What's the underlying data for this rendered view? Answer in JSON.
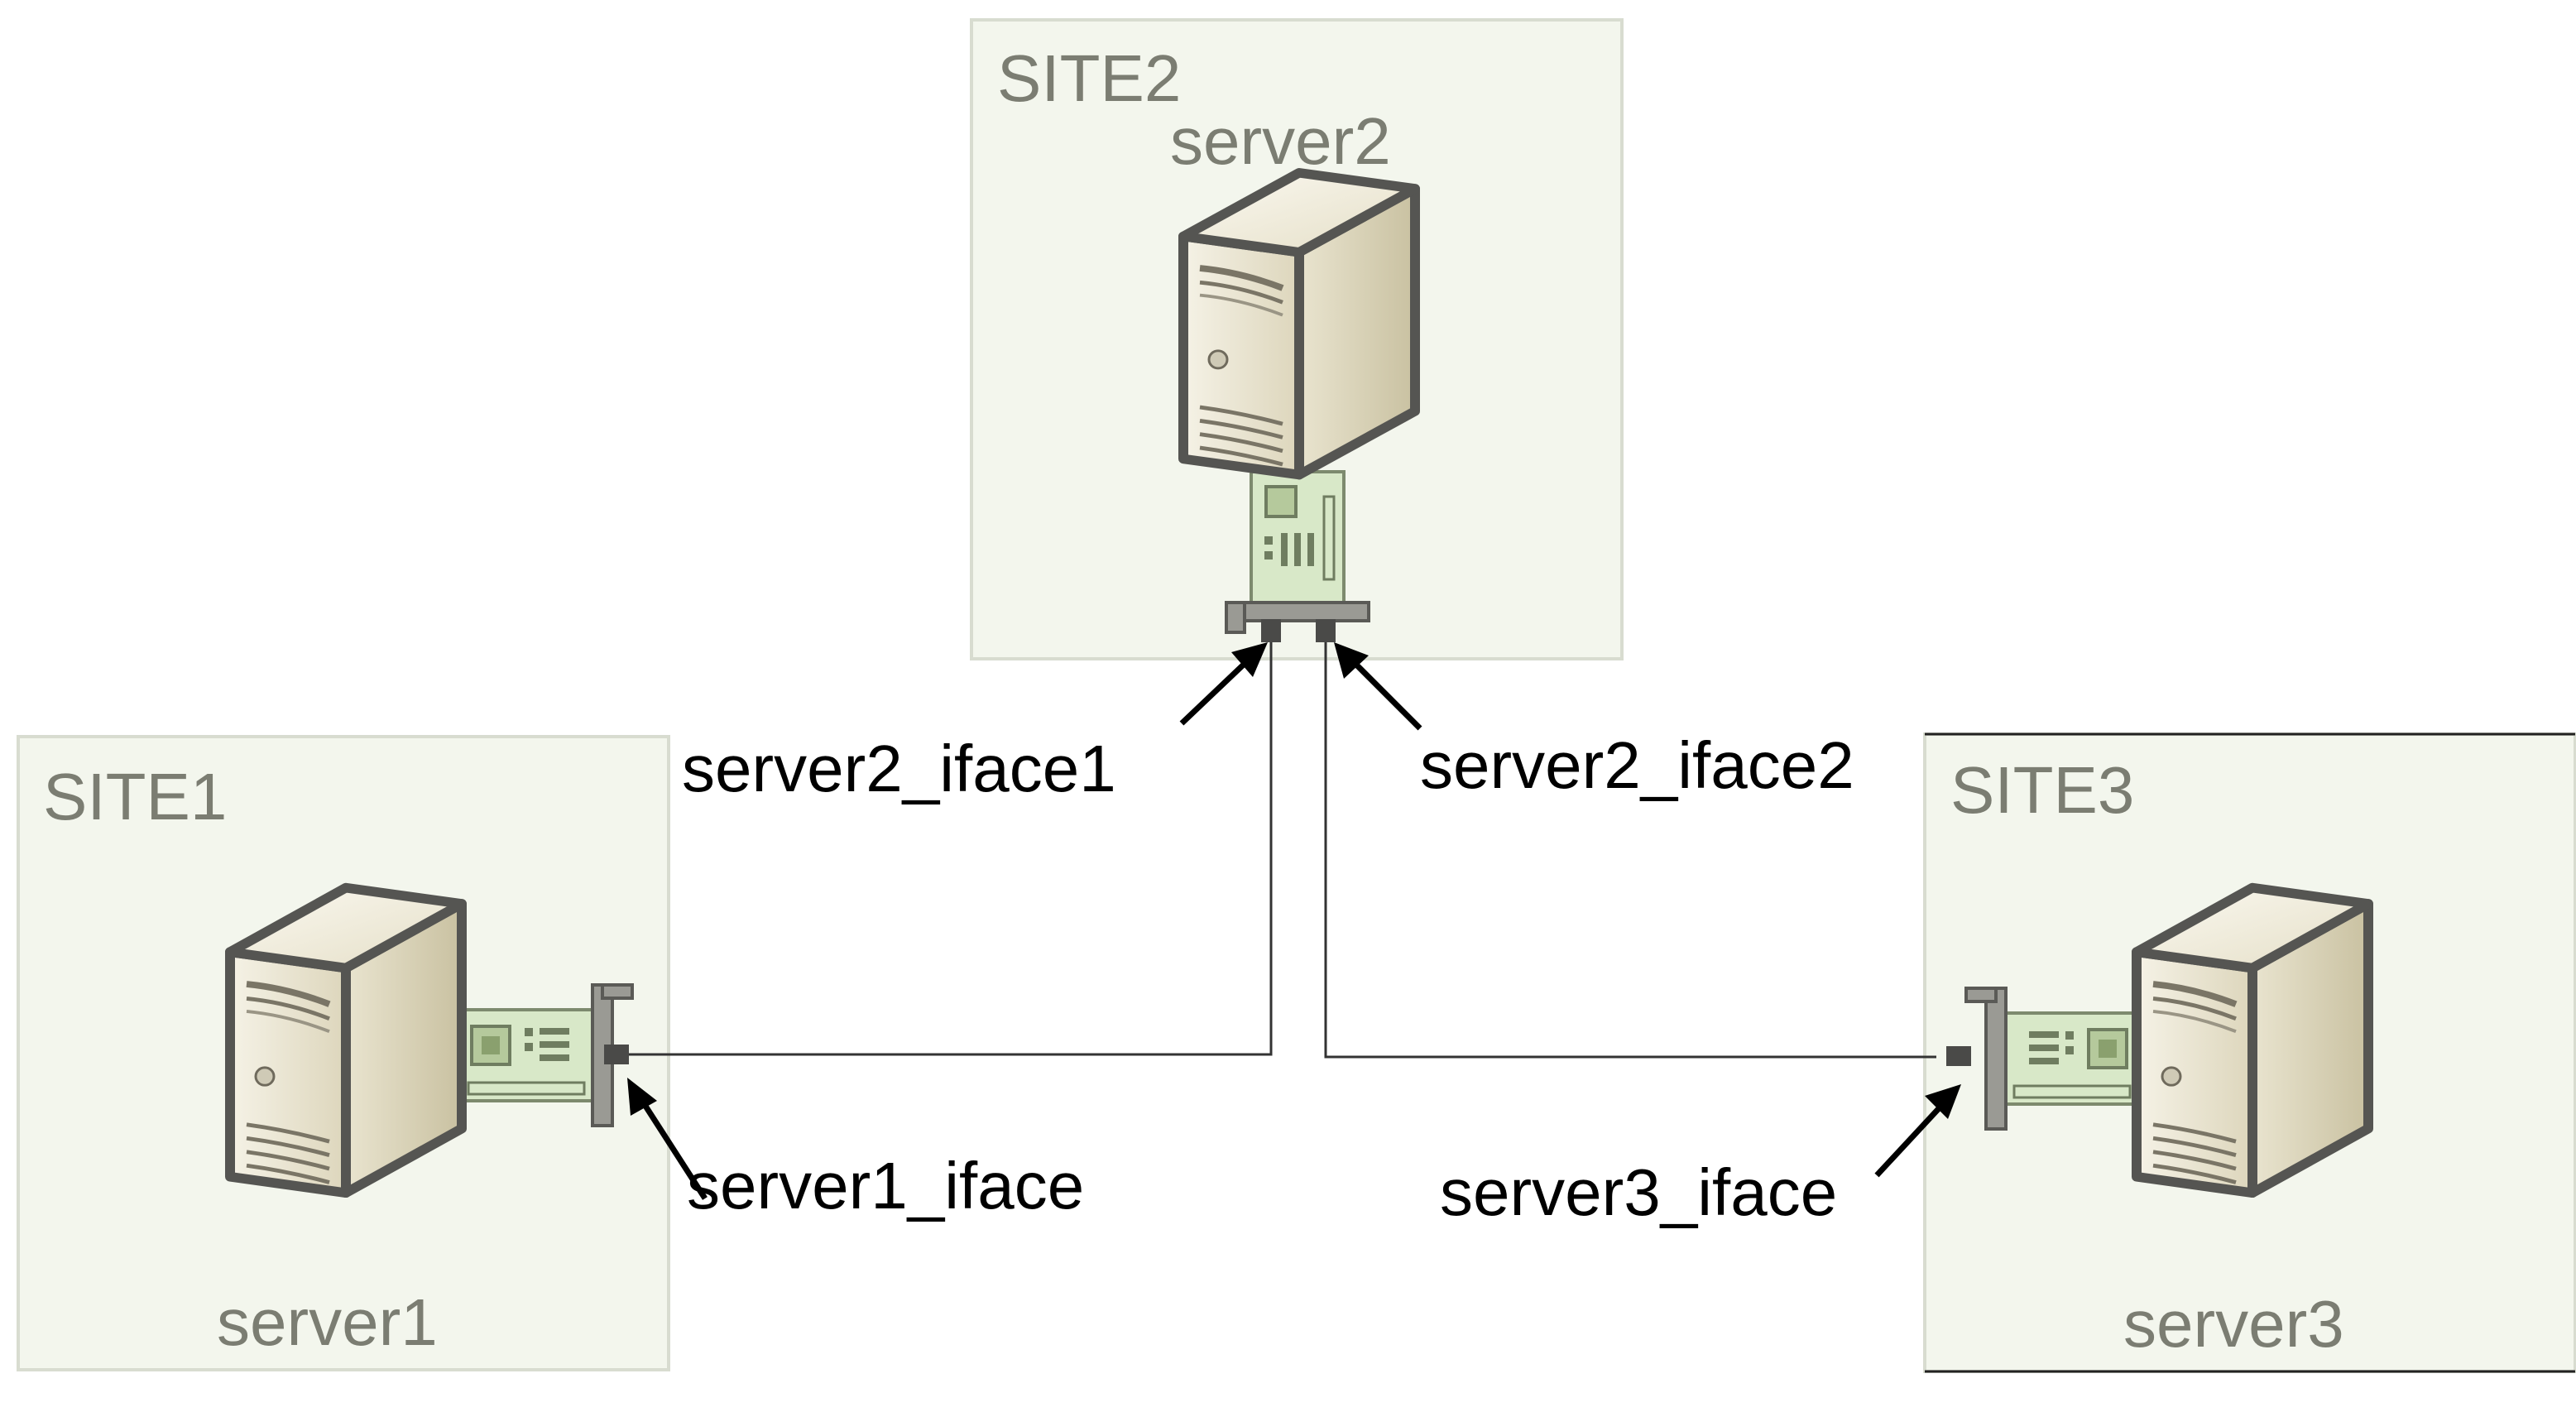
{
  "sites": [
    {
      "id": "site1",
      "label": "SITE1"
    },
    {
      "id": "site2",
      "label": "SITE2"
    },
    {
      "id": "site3",
      "label": "SITE3"
    }
  ],
  "servers": [
    {
      "id": "server1",
      "label": "server1",
      "site": "SITE1"
    },
    {
      "id": "server2",
      "label": "server2",
      "site": "SITE2"
    },
    {
      "id": "server3",
      "label": "server3",
      "site": "SITE3"
    }
  ],
  "interfaces": [
    {
      "id": "server1_iface",
      "label": "server1_iface"
    },
    {
      "id": "server2_iface1",
      "label": "server2_iface1"
    },
    {
      "id": "server2_iface2",
      "label": "server2_iface2"
    },
    {
      "id": "server3_iface",
      "label": "server3_iface"
    }
  ],
  "links": [
    {
      "from": "server1_iface",
      "to": "server2_iface1"
    },
    {
      "from": "server2_iface2",
      "to": "server3_iface"
    }
  ],
  "colors": {
    "site_fill": "#f3f6ed",
    "site_stroke": "#d8dcd0",
    "label_text": "#7b7d72",
    "server_body": "#e8e3cf",
    "server_outline": "#555552",
    "nic_board": "#d8e8c8",
    "link_line": "#333333",
    "arrow": "#000000"
  }
}
